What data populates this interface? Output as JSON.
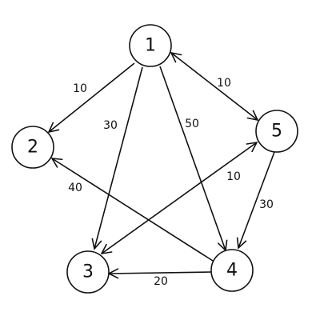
{
  "graph": {
    "nodes": [
      {
        "id": "1",
        "label": "1"
      },
      {
        "id": "2",
        "label": "2"
      },
      {
        "id": "3",
        "label": "3"
      },
      {
        "id": "4",
        "label": "4"
      },
      {
        "id": "5",
        "label": "5"
      }
    ],
    "edges": [
      {
        "from": "1",
        "to": "2",
        "weight": "10"
      },
      {
        "from": "1",
        "to": "3",
        "weight": "30"
      },
      {
        "from": "1",
        "to": "4",
        "weight": "50"
      },
      {
        "from": "1",
        "to": "5",
        "weight": "10",
        "bidirectional": true
      },
      {
        "from": "5",
        "to": "4",
        "weight": "30"
      },
      {
        "from": "5",
        "to": "3",
        "weight": "10",
        "bidirectional": true
      },
      {
        "from": "4",
        "to": "2",
        "weight": "40"
      },
      {
        "from": "4",
        "to": "3",
        "weight": "20"
      }
    ]
  }
}
